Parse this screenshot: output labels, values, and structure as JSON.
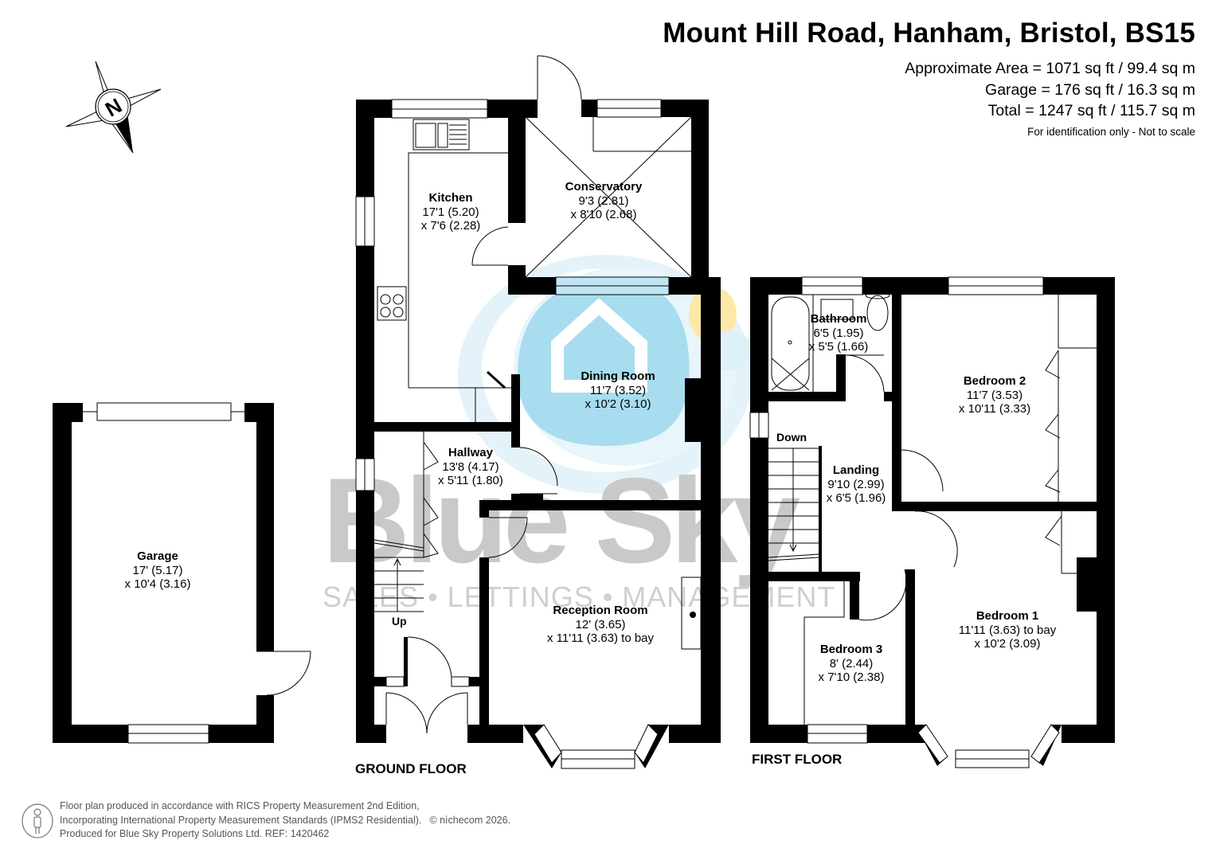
{
  "header": {
    "title": "Mount Hill Road, Hanham, Bristol, BS15",
    "areas": [
      "Approximate Area = 1071 sq ft / 99.4 sq m",
      "Garage = 176 sq ft / 16.3 sq m",
      "Total = 1247 sq ft / 115.7 sq m"
    ],
    "note": "For identification only - Not to scale"
  },
  "compass": {
    "label": "N",
    "icon": "compass-rose-icon"
  },
  "watermark": {
    "brand": "Blue Sky",
    "tagline": "SALES • LETTINGS • MANAGEMENT",
    "colors": {
      "logo_blue": "#a8dcef",
      "logo_light_blue": "#dff1f8",
      "logo_yellow": "#fde9a6",
      "text_grey": "#c9c9c9"
    }
  },
  "floors": {
    "ground": {
      "label": "GROUND FLOOR",
      "stairs_label": "Up",
      "rooms": [
        {
          "name": "Kitchen",
          "dim1": "17'1 (5.20)",
          "dim2": "x 7'6 (2.28)"
        },
        {
          "name": "Conservatory",
          "dim1": "9'3 (2.81)",
          "dim2": "x 8'10 (2.68)"
        },
        {
          "name": "Dining Room",
          "dim1": "11'7 (3.52)",
          "dim2": "x 10'2 (3.10)"
        },
        {
          "name": "Hallway",
          "dim1": "13'8 (4.17)",
          "dim2": "x 5'11 (1.80)"
        },
        {
          "name": "Reception Room",
          "dim1": "12' (3.65)",
          "dim2": "x 11'11 (3.63) to bay"
        }
      ]
    },
    "first": {
      "label": "FIRST FLOOR",
      "stairs_label": "Down",
      "rooms": [
        {
          "name": "Bathroom",
          "dim1": "6'5 (1.95)",
          "dim2": "x 5'5 (1.66)"
        },
        {
          "name": "Bedroom 2",
          "dim1": "11'7 (3.53)",
          "dim2": "x 10'11 (3.33)"
        },
        {
          "name": "Landing",
          "dim1": "9'10 (2.99)",
          "dim2": "x 6'5 (1.96)"
        },
        {
          "name": "Bedroom 3",
          "dim1": "8' (2.44)",
          "dim2": "x 7'10 (2.38)"
        },
        {
          "name": "Bedroom 1",
          "dim1": "11'11 (3.63) to bay",
          "dim2": "x 10'2 (3.09)"
        }
      ]
    },
    "garage": {
      "rooms": [
        {
          "name": "Garage",
          "dim1": "17' (5.17)",
          "dim2": "x 10'4 (3.16)"
        }
      ]
    }
  },
  "footer": {
    "lines": [
      "Floor plan produced in accordance with RICS Property Measurement 2nd Edition,",
      "Incorporating International Property Measurement Standards (IPMS2 Residential).",
      "Produced for Blue Sky Property Solutions Ltd.   REF:  1420462"
    ],
    "copyright": "© nìchecom 2026.",
    "icon": "person-icon"
  }
}
